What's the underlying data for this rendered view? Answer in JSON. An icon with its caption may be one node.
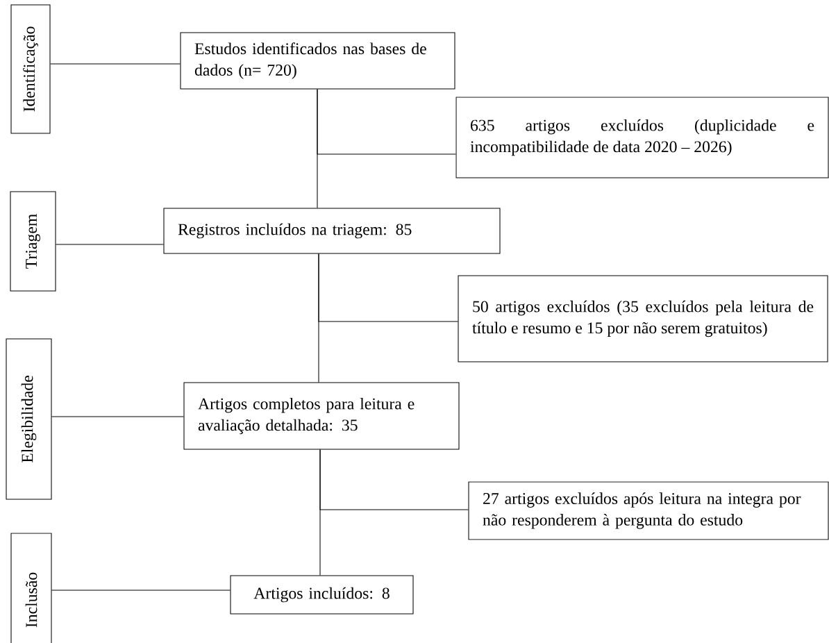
{
  "diagram": {
    "nodes": [
      {
        "text": [
          "Identificação"
        ]
      },
      {
        "text": [
          "Estudos identificados nas bases de dados (n= 720)"
        ]
      },
      {
        "text": [
          "635 artigos excluídos (duplicidade e incompatibilidade de data 2020 – 2026)"
        ]
      },
      {
        "text": [
          "Triagem"
        ]
      },
      {
        "text": [
          "Registros incluídos na triagem: 85"
        ]
      },
      {
        "text": [
          "50 artigos excluídos (35 excluídos pela leitura de título e resumo e 15 por não serem gratuitos)"
        ]
      },
      {
        "text": [
          "Elegibilidade"
        ]
      },
      {
        "text": [
          "Artigos completos para leitura e avaliação detalhada: 35"
        ]
      },
      {
        "text": [
          "27 artigos excluídos após leitura na integra por não responderem à pergunta do estudo"
        ]
      },
      {
        "text": [
          "Inclusão"
        ]
      },
      {
        "text": [
          "Artigos incluídos: 8"
        ]
      }
    ],
    "edges": [
      {
        "from": 0,
        "to": 1,
        "arrow": "none"
      },
      {
        "from": 3,
        "to": 4,
        "arrow": "none"
      },
      {
        "from": 6,
        "to": 7,
        "arrow": "none"
      },
      {
        "from": 9,
        "to": 10,
        "arrow": "none"
      },
      {
        "from": 1,
        "to": 4,
        "arrow": "none"
      },
      {
        "from": 1,
        "to": 2,
        "arrow": "none"
      },
      {
        "from": 4,
        "to": 7,
        "arrow": "none"
      },
      {
        "from": 4,
        "to": 5,
        "arrow": "none"
      },
      {
        "from": 7,
        "to": 10,
        "arrow": "none"
      },
      {
        "from": 7,
        "to": 8,
        "arrow": "none"
      }
    ]
  }
}
